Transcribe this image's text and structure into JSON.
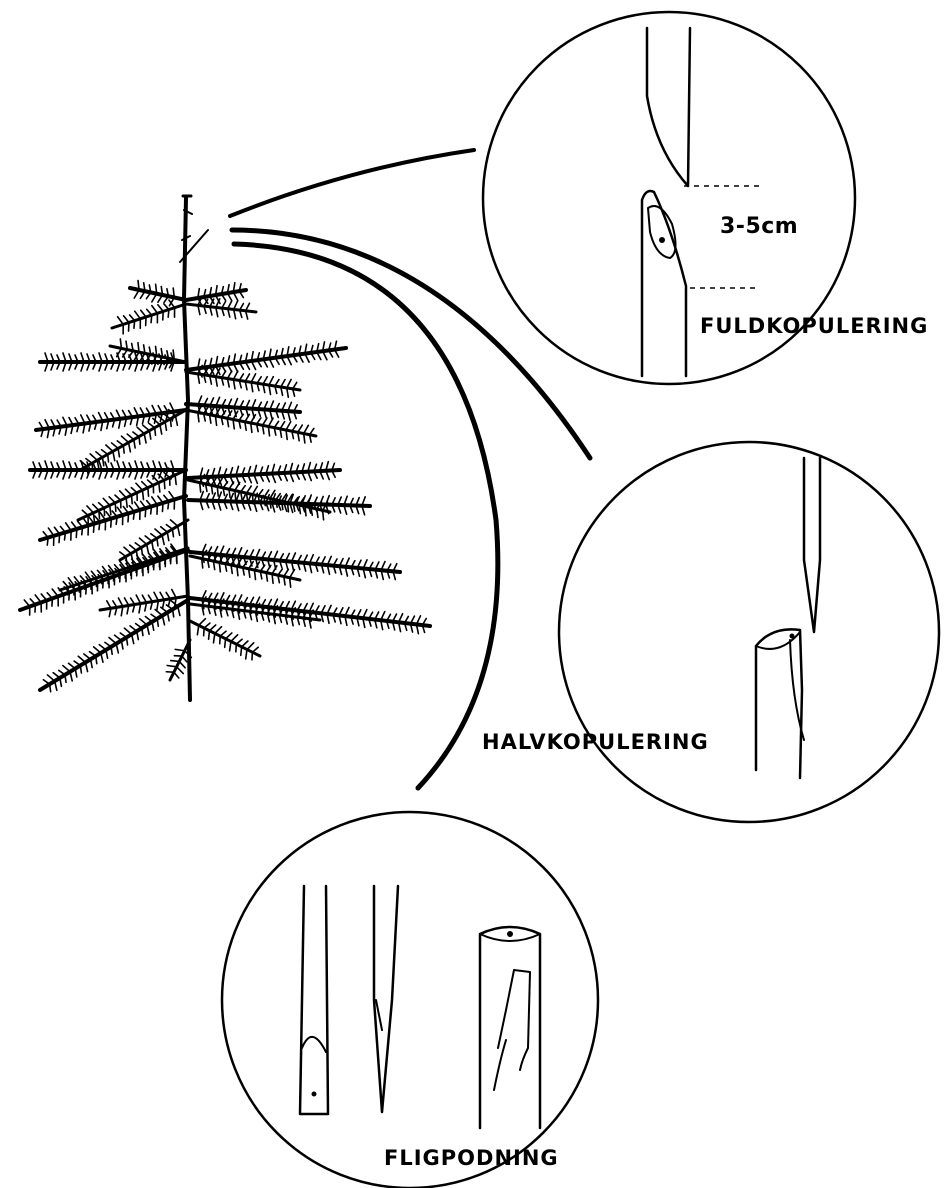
{
  "labels": {
    "measurement": "3-5cm",
    "full_splice": "FULDKOPULERING",
    "half_splice": "HALVKOPULERING",
    "flap_graft": "FLIGPODNING"
  }
}
